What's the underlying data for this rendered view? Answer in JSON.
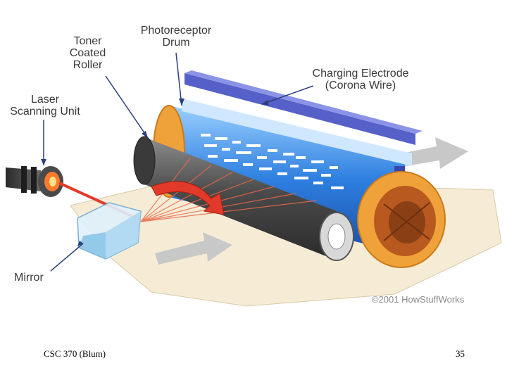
{
  "labels": {
    "toner": "Toner\nCoated\nRoller",
    "drum": "Photoreceptor\nDrum",
    "laser": "Laser\nScanning Unit",
    "charging": "Charging Electrode\n(Corona Wire)",
    "mirror": "Mirror"
  },
  "credit": "©2001 HowStuffWorks",
  "footer": {
    "left": "CSC 370 (Blum)",
    "page": "35"
  },
  "colors": {
    "drum_blue": "#2e7fe0",
    "drum_orange": "#f0a23a",
    "roller_gray": "#5a5a5a",
    "laser_red": "#e23a2a",
    "arrow_gray": "#c8c8c8",
    "paper": "#f6ecd6"
  }
}
